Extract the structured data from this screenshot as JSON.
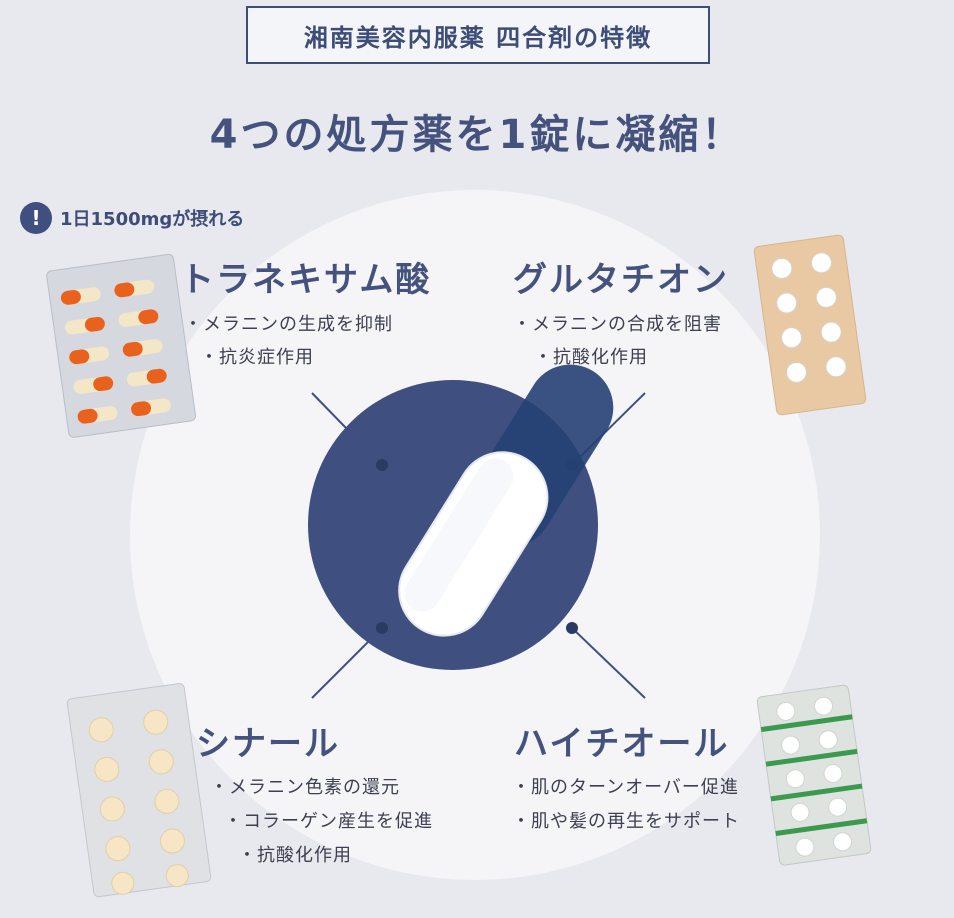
{
  "header": {
    "feature_label": "湘南美容内服薬 四合剤の特徴"
  },
  "title": "4つの処方薬を1錠に凝縮！",
  "badge": {
    "icon": "!",
    "text": "1日1500mgが摂れる"
  },
  "drugs": {
    "tranexamic": {
      "name": "トラネキサム酸",
      "effects": [
        "・メラニンの生成を抑制",
        "・抗炎症作用"
      ]
    },
    "glutathione": {
      "name": "グルタチオン",
      "effects": [
        "・メラニンの合成を阻害",
        "・抗酸化作用"
      ]
    },
    "cinal": {
      "name": "シナール",
      "effects": [
        "・メラニン色素の還元",
        "・コラーゲン産生を促進",
        "・抗酸化作用"
      ]
    },
    "hythiol": {
      "name": "ハイチオール",
      "effects": [
        "・肌のターンオーバー促進",
        "・肌や髪の再生をサポート"
      ]
    }
  },
  "colors": {
    "navy": "#3f5080",
    "background": "#e8e9ee",
    "text": "#44527d"
  }
}
